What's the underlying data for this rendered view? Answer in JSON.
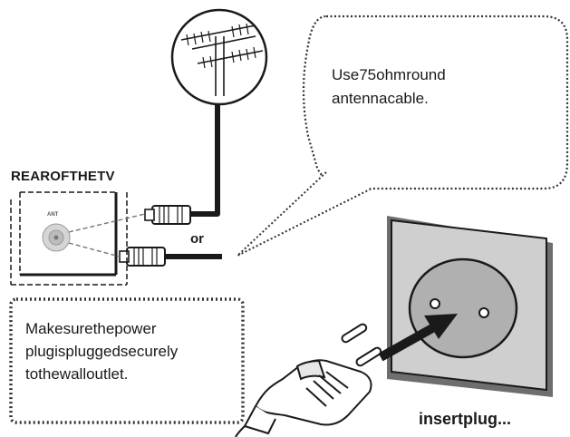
{
  "labels": {
    "rear_of_tv": "REAROFTHETV",
    "or": "or",
    "ant_port": "ANT",
    "insert_plug": "insertplug..."
  },
  "callout_cable": {
    "lines": [
      "Use75ohmround",
      "antennacable."
    ]
  },
  "callout_power": {
    "lines": [
      "Makesurethepower",
      "plugispluggedsecurely",
      "tothewalloutlet."
    ]
  },
  "icons": [
    "antenna-icon",
    "coax-connector-icon",
    "wall-socket-icon",
    "power-plug-icon"
  ],
  "colors": {
    "line": "#1a1a1a",
    "socket_face": "#cfcfcf",
    "socket_shadow": "#6e6e6e",
    "socket_inner": "#b0b0b0"
  }
}
